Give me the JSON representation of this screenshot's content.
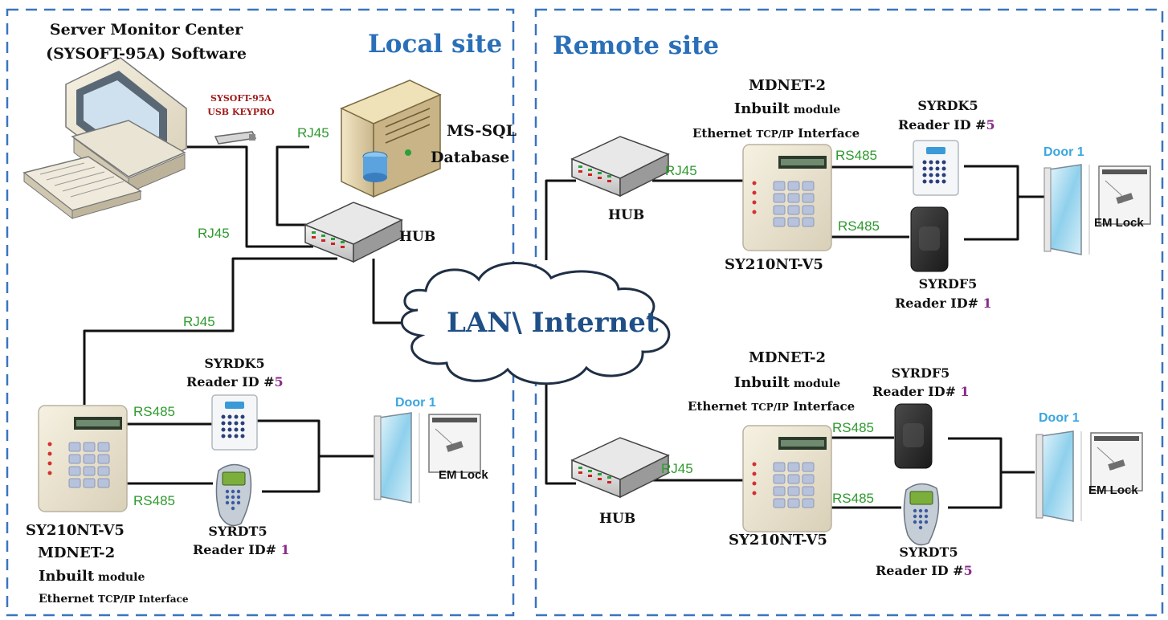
{
  "sites": {
    "local_title": "Local site",
    "remote_title": "Remote site"
  },
  "server": {
    "title_line1": "Server Monitor Center",
    "title_line2": "(SYSOFT-95A) Software",
    "keypro_line1": "SYSOFT-95A",
    "keypro_line2": "USB KEYPRO",
    "db_line1": "MS-SQL",
    "db_line2": "Database"
  },
  "cloud": {
    "label": "LAN\\ Internet"
  },
  "labels": {
    "hub": "HUB",
    "rj45": "RJ45",
    "rs485": "RS485",
    "door": "Door 1",
    "em_lock": "EM Lock",
    "controller": "SY210NT-V5"
  },
  "local_controller": {
    "line1": "MDNET-2",
    "line2_bold": "Inbuilt",
    "line2_rest": " module",
    "line3_bold": "Ethernet ",
    "line3_small": "TCP/IP Interface"
  },
  "remote_controller": {
    "line1": "MDNET-2",
    "line2_bold": "Inbuilt",
    "line2_rest": " module",
    "line3_a": "Ethernet ",
    "line3_b": "TCP/IP",
    "line3_c": " Interface"
  },
  "readers": {
    "local_top_name": "SYRDK5",
    "local_top_id_text": "Reader ID #",
    "local_top_id_num": "5",
    "local_bottom_name": "SYRDT5",
    "local_bottom_id_text": "Reader ID# ",
    "local_bottom_id_num": "1",
    "remote1_top_name": "SYRDK5",
    "remote1_top_id_text": "Reader ID #",
    "remote1_top_id_num": "5",
    "remote1_bottom_name": "SYRDF5",
    "remote1_bottom_id_text": "Reader ID# ",
    "remote1_bottom_id_num": "1",
    "remote2_top_name": "SYRDF5",
    "remote2_top_id_text": "Reader ID# ",
    "remote2_top_id_num": "1",
    "remote2_bottom_name": "SYRDT5",
    "remote2_bottom_id_text": "Reader ID #",
    "remote2_bottom_id_num": "5"
  },
  "colors": {
    "frame_dash": "#3a74bd",
    "wire": "#111111",
    "label_green": "#2e9a2e",
    "title_blue": "#2a6fb8",
    "door_blue": "#39a6e0",
    "keypro_red": "#a01c1c",
    "id_purple": "#8a2a8a"
  }
}
